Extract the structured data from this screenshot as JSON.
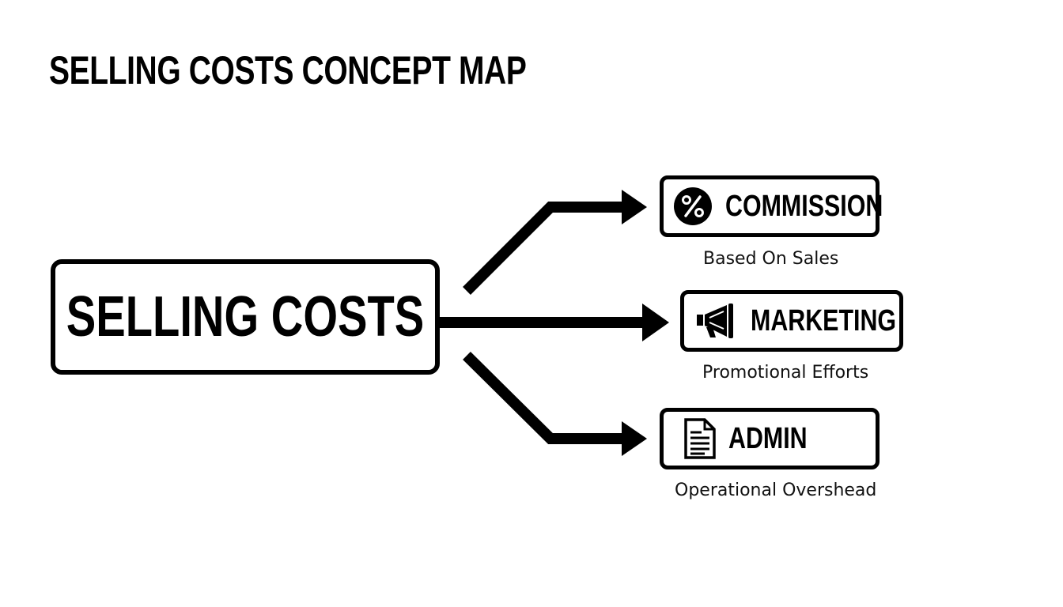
{
  "title": "SELLING COSTS CONCEPT MAP",
  "main_node": {
    "label": "SELLING COSTS"
  },
  "branches": [
    {
      "label": "COMMISSION",
      "caption": "Based On Sales",
      "icon": "percent-icon"
    },
    {
      "label": "MARKETING",
      "caption": "Promotional Efforts",
      "icon": "megaphone-icon"
    },
    {
      "label": "ADMIN",
      "caption": "Operational Overshead",
      "icon": "document-icon"
    }
  ],
  "colors": {
    "ink": "#000000",
    "background": "#ffffff"
  }
}
